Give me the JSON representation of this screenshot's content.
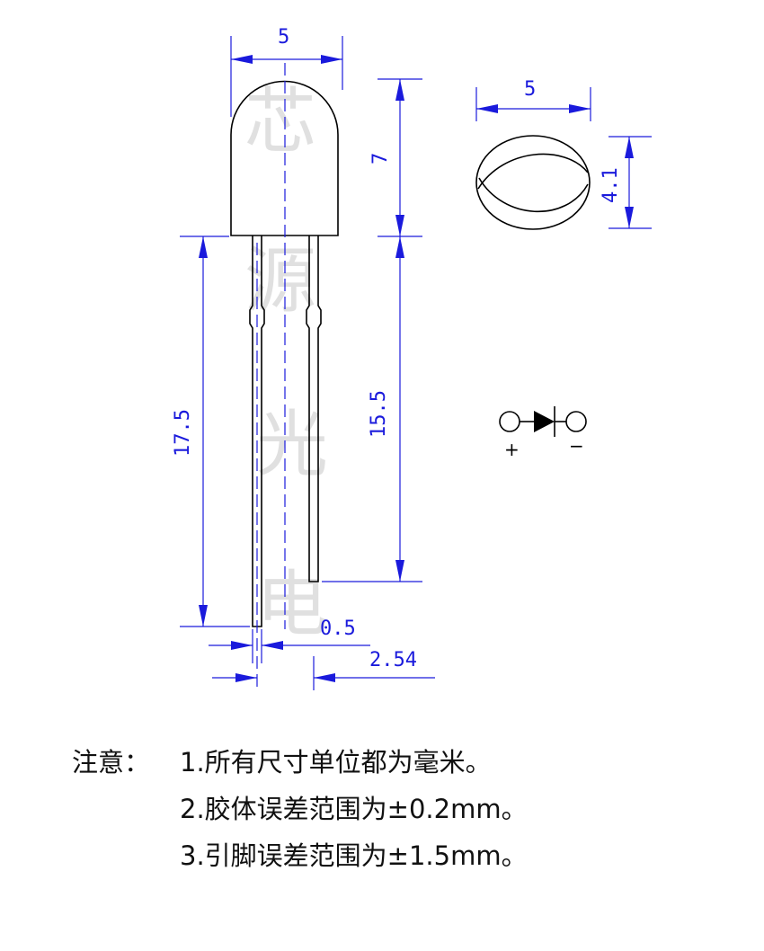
{
  "watermark": [
    "芯",
    "源",
    "光",
    "电"
  ],
  "dimensions": {
    "top_width": "5",
    "dome_height": "7",
    "lead_long": "17.5",
    "lead_short": "15.5",
    "lead_width": "0.5",
    "lead_pitch": "2.54",
    "flange_width": "5",
    "flange_depth": "4.1"
  },
  "symbol": {
    "plus": "+",
    "minus": "−"
  },
  "notes": {
    "label": "注意：",
    "items": [
      "1.所有尺寸单位都为毫米。",
      "2.胶体误差范围为±0.2mm。",
      "3.引脚误差范围为±1.5mm。"
    ]
  }
}
